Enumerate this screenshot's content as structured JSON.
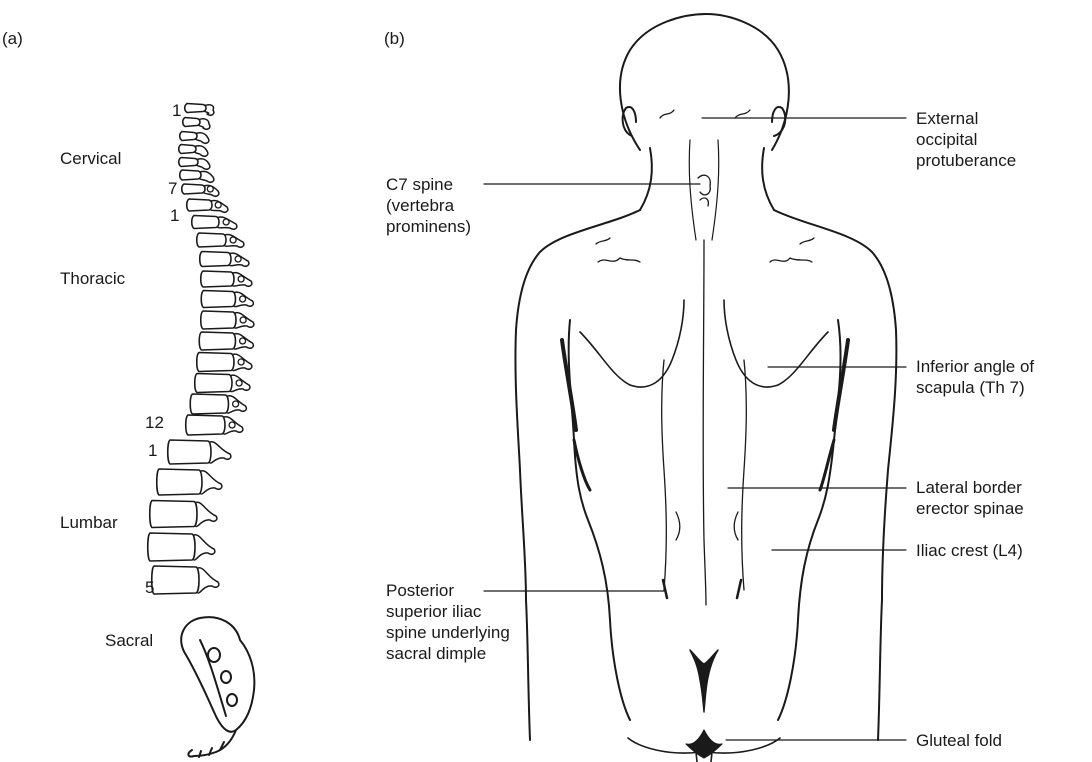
{
  "panel_a": {
    "panel_label": "(a)",
    "region_labels": {
      "cervical": "Cervical",
      "thoracic": "Thoracic",
      "lumbar": "Lumbar",
      "sacral": "Sacral"
    },
    "vertebra_numbers": {
      "c1": "1",
      "c7": "7",
      "t1": "1",
      "t12": "12",
      "l1": "1",
      "l5": "5"
    }
  },
  "panel_b": {
    "panel_label": "(b)",
    "callouts": {
      "external_occipital": "External\noccipital\nprotuberance",
      "c7_spine": "C7 spine\n(vertebra\nprominens)",
      "inferior_angle": "Inferior angle of\nscapula (Th 7)",
      "erector_spinae": "Lateral border\nerector spinae",
      "iliac_crest": "Iliac crest (L4)",
      "psis": "Posterior\nsuperior iliac\nspine underlying\nsacral dimple",
      "gluteal_fold": "Gluteal fold"
    }
  },
  "colors": {
    "ink": "#1a1a1a",
    "background": "#ffffff"
  }
}
